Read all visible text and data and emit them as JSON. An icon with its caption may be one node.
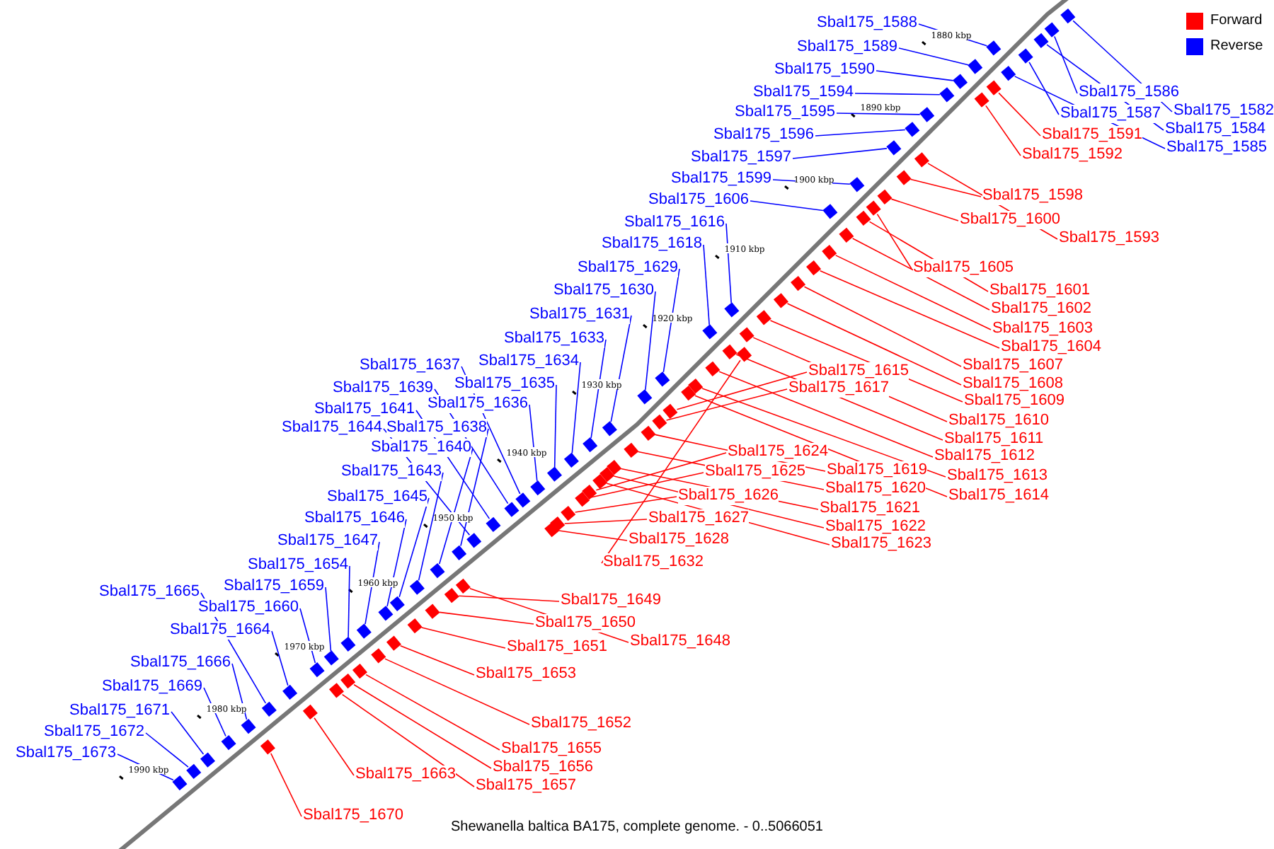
{
  "diagram": {
    "caption": "Shewanella baltica BA175, complete genome. - 0..5066051",
    "nodes": [
      {
        "text": [
          "Sbal175_1588"
        ]
      },
      {
        "text": [
          "Sbal175_1589"
        ]
      },
      {
        "text": [
          "Sbal175_1590"
        ]
      },
      {
        "text": [
          "Sbal175_1594"
        ]
      },
      {
        "text": [
          "Sbal175_1595"
        ]
      },
      {
        "text": [
          "Sbal175_1596"
        ]
      },
      {
        "text": [
          "Sbal175_1597"
        ]
      },
      {
        "text": [
          "Sbal175_1599"
        ]
      },
      {
        "text": [
          "Sbal175_1606"
        ]
      },
      {
        "text": [
          "Sbal175_1616"
        ]
      },
      {
        "text": [
          "Sbal175_1618"
        ]
      },
      {
        "text": [
          "Sbal175_1629"
        ]
      },
      {
        "text": [
          "Sbal175_1630"
        ]
      },
      {
        "text": [
          "Sbal175_1631"
        ]
      },
      {
        "text": [
          "Sbal175_1633"
        ]
      },
      {
        "text": [
          "Sbal175_1634"
        ]
      },
      {
        "text": [
          "Sbal175_1635"
        ]
      },
      {
        "text": [
          "Sbal175_1636"
        ]
      },
      {
        "text": [
          "Sbal175_1637"
        ]
      },
      {
        "text": [
          "Sbal175_1639"
        ]
      },
      {
        "text": [
          "Sbal175_1641"
        ]
      },
      {
        "text": [
          "Sbal175_1644"
        ]
      },
      {
        "text": [
          "Sbal175_1638"
        ]
      },
      {
        "text": [
          "Sbal175_1640"
        ]
      },
      {
        "text": [
          "Sbal175_1643"
        ]
      },
      {
        "text": [
          "Sbal175_1645"
        ]
      },
      {
        "text": [
          "Sbal175_1646"
        ]
      },
      {
        "text": [
          "Sbal175_1647"
        ]
      },
      {
        "text": [
          "Sbal175_1654"
        ]
      },
      {
        "text": [
          "Sbal175_1659"
        ]
      },
      {
        "text": [
          "Sbal175_1660"
        ]
      },
      {
        "text": [
          "Sbal175_1665"
        ]
      },
      {
        "text": [
          "Sbal175_1664"
        ]
      },
      {
        "text": [
          "Sbal175_1666"
        ]
      },
      {
        "text": [
          "Sbal175_1669"
        ]
      },
      {
        "text": [
          "Sbal175_1671"
        ]
      },
      {
        "text": [
          "Sbal175_1672"
        ]
      },
      {
        "text": [
          "Sbal175_1673"
        ]
      },
      {
        "text": [
          "Sbal175_1586"
        ]
      },
      {
        "text": [
          "Sbal175_1582"
        ]
      },
      {
        "text": [
          "Sbal175_1587"
        ]
      },
      {
        "text": [
          "Sbal175_1584"
        ]
      },
      {
        "text": [
          "Sbal175_1585"
        ]
      },
      {
        "text": [
          "Sbal175_1591"
        ]
      },
      {
        "text": [
          "Sbal175_1592"
        ]
      },
      {
        "text": [
          "Sbal175_1598"
        ]
      },
      {
        "text": [
          "Sbal175_1600"
        ]
      },
      {
        "text": [
          "Sbal175_1593"
        ]
      },
      {
        "text": [
          "Sbal175_1605"
        ]
      },
      {
        "text": [
          "Sbal175_1601"
        ]
      },
      {
        "text": [
          "Sbal175_1602"
        ]
      },
      {
        "text": [
          "Sbal175_1603"
        ]
      },
      {
        "text": [
          "Sbal175_1604"
        ]
      },
      {
        "text": [
          "Sbal175_1607"
        ]
      },
      {
        "text": [
          "Sbal175_1608"
        ]
      },
      {
        "text": [
          "Sbal175_1609"
        ]
      },
      {
        "text": [
          "Sbal175_1610"
        ]
      },
      {
        "text": [
          "Sbal175_1611"
        ]
      },
      {
        "text": [
          "Sbal175_1612"
        ]
      },
      {
        "text": [
          "Sbal175_1613"
        ]
      },
      {
        "text": [
          "Sbal175_1614"
        ]
      },
      {
        "text": [
          "Sbal175_1615"
        ]
      },
      {
        "text": [
          "Sbal175_1617"
        ]
      },
      {
        "text": [
          "Sbal175_1619"
        ]
      },
      {
        "text": [
          "Sbal175_1620"
        ]
      },
      {
        "text": [
          "Sbal175_1621"
        ]
      },
      {
        "text": [
          "Sbal175_1622"
        ]
      },
      {
        "text": [
          "Sbal175_1623"
        ]
      },
      {
        "text": [
          "Sbal175_1624"
        ]
      },
      {
        "text": [
          "Sbal175_1625"
        ]
      },
      {
        "text": [
          "Sbal175_1626"
        ]
      },
      {
        "text": [
          "Sbal175_1627"
        ]
      },
      {
        "text": [
          "Sbal175_1628"
        ]
      },
      {
        "text": [
          "Sbal175_1632"
        ]
      },
      {
        "text": [
          "Sbal175_1649"
        ]
      },
      {
        "text": [
          "Sbal175_1650"
        ]
      },
      {
        "text": [
          "Sbal175_1648"
        ]
      },
      {
        "text": [
          "Sbal175_1651"
        ]
      },
      {
        "text": [
          "Sbal175_1653"
        ]
      },
      {
        "text": [
          "Sbal175_1652"
        ]
      },
      {
        "text": [
          "Sbal175_1655"
        ]
      },
      {
        "text": [
          "Sbal175_1656"
        ]
      },
      {
        "text": [
          "Sbal175_1657"
        ]
      },
      {
        "text": [
          "Sbal175_1663"
        ]
      },
      {
        "text": [
          "Sbal175_1670"
        ]
      },
      {
        "text": [],
        "shape": "box"
      },
      {
        "text": [],
        "shape": "box"
      },
      {
        "text": [],
        "shape": "box"
      },
      {
        "text": [],
        "shape": "box"
      },
      {
        "text": [],
        "shape": "box"
      },
      {
        "text": [],
        "shape": "box"
      },
      {
        "text": [],
        "shape": "box"
      },
      {
        "text": [],
        "shape": "box"
      },
      {
        "text": [],
        "shape": "box"
      },
      {
        "text": [],
        "shape": "box"
      },
      {
        "text": [],
        "shape": "box"
      },
      {
        "text": [],
        "shape": "box"
      },
      {
        "text": [],
        "shape": "box"
      },
      {
        "text": [],
        "shape": "box"
      },
      {
        "text": [],
        "shape": "box"
      },
      {
        "text": [],
        "shape": "box"
      },
      {
        "text": [],
        "shape": "box"
      },
      {
        "text": [],
        "shape": "box"
      },
      {
        "text": [],
        "shape": "box"
      },
      {
        "text": [],
        "shape": "box"
      },
      {
        "text": [],
        "shape": "box"
      },
      {
        "text": [],
        "shape": "box"
      },
      {
        "text": [],
        "shape": "box"
      },
      {
        "text": [],
        "shape": "box"
      },
      {
        "text": [],
        "shape": "box"
      },
      {
        "text": [],
        "shape": "box"
      },
      {
        "text": [],
        "shape": "box"
      },
      {
        "text": [],
        "shape": "box"
      },
      {
        "text": [],
        "shape": "box"
      },
      {
        "text": [],
        "shape": "box"
      },
      {
        "text": [],
        "shape": "box"
      },
      {
        "text": [],
        "shape": "box"
      },
      {
        "text": [],
        "shape": "box"
      },
      {
        "text": [],
        "shape": "box"
      },
      {
        "text": [],
        "shape": "box"
      },
      {
        "text": [],
        "shape": "box"
      },
      {
        "text": [],
        "shape": "box"
      },
      {
        "text": [],
        "shape": "box"
      },
      {
        "text": [],
        "shape": "box"
      },
      {
        "text": [],
        "shape": "box"
      },
      {
        "text": [],
        "shape": "box"
      },
      {
        "text": [],
        "shape": "box"
      },
      {
        "text": [],
        "shape": "box"
      },
      {
        "text": [],
        "shape": "box"
      },
      {
        "text": [],
        "shape": "box"
      },
      {
        "text": [],
        "shape": "box"
      },
      {
        "text": [],
        "shape": "box"
      },
      {
        "text": [],
        "shape": "box"
      },
      {
        "text": [],
        "shape": "box"
      },
      {
        "text": [],
        "shape": "box"
      },
      {
        "text": [],
        "shape": "box"
      },
      {
        "text": [],
        "shape": "box"
      },
      {
        "text": [],
        "shape": "box"
      },
      {
        "text": [],
        "shape": "box"
      },
      {
        "text": [],
        "shape": "box"
      },
      {
        "text": [],
        "shape": "box"
      },
      {
        "text": [],
        "shape": "box"
      },
      {
        "text": [],
        "shape": "box"
      },
      {
        "text": [],
        "shape": "box"
      },
      {
        "text": [],
        "shape": "box"
      },
      {
        "text": [],
        "shape": "box"
      },
      {
        "text": [],
        "shape": "box"
      },
      {
        "text": [],
        "shape": "box"
      },
      {
        "text": [],
        "shape": "box"
      },
      {
        "text": [],
        "shape": "box"
      },
      {
        "text": [],
        "shape": "box"
      },
      {
        "text": [],
        "shape": "box"
      },
      {
        "text": [],
        "shape": "box"
      },
      {
        "text": [],
        "shape": "box"
      },
      {
        "text": [],
        "shape": "box"
      },
      {
        "text": [],
        "shape": "box"
      },
      {
        "text": [],
        "shape": "box"
      },
      {
        "text": [],
        "shape": "box"
      },
      {
        "text": [],
        "shape": "box"
      },
      {
        "text": [],
        "shape": "box"
      },
      {
        "text": [],
        "shape": "box"
      },
      {
        "text": [],
        "shape": "box"
      },
      {
        "text": [],
        "shape": "box"
      },
      {
        "text": [],
        "shape": "box"
      },
      {
        "text": [],
        "shape": "box"
      },
      {
        "text": [],
        "shape": "box"
      },
      {
        "text": [],
        "shape": "box"
      },
      {
        "text": [],
        "shape": "box"
      },
      {
        "text": [],
        "shape": "box"
      },
      {
        "text": [],
        "shape": "box"
      }
    ],
    "edges": [
      {
        "from": 0,
        "to": 85,
        "arrow": "none",
        "color": "#0000ff"
      },
      {
        "from": 1,
        "to": 86,
        "arrow": "none",
        "color": "#0000ff"
      },
      {
        "from": 2,
        "to": 87,
        "arrow": "none",
        "color": "#0000ff"
      },
      {
        "from": 3,
        "to": 88,
        "arrow": "none",
        "color": "#0000ff"
      },
      {
        "from": 4,
        "to": 89,
        "arrow": "none",
        "color": "#0000ff"
      },
      {
        "from": 5,
        "to": 90,
        "arrow": "none",
        "color": "#0000ff"
      },
      {
        "from": 6,
        "to": 91,
        "arrow": "none",
        "color": "#0000ff"
      },
      {
        "from": 7,
        "to": 92,
        "arrow": "none",
        "color": "#0000ff"
      },
      {
        "from": 8,
        "to": 93,
        "arrow": "none",
        "color": "#0000ff"
      },
      {
        "from": 9,
        "to": 94,
        "arrow": "none",
        "color": "#0000ff"
      },
      {
        "from": 10,
        "to": 95,
        "arrow": "none",
        "color": "#0000ff"
      },
      {
        "from": 11,
        "to": 96,
        "arrow": "none",
        "color": "#0000ff"
      },
      {
        "from": 12,
        "to": 97,
        "arrow": "none",
        "color": "#0000ff"
      },
      {
        "from": 13,
        "to": 98,
        "arrow": "none",
        "color": "#0000ff"
      },
      {
        "from": 14,
        "to": 99,
        "arrow": "none",
        "color": "#0000ff"
      },
      {
        "from": 15,
        "to": 100,
        "arrow": "none",
        "color": "#0000ff"
      },
      {
        "from": 16,
        "to": 101,
        "arrow": "none",
        "color": "#0000ff"
      },
      {
        "from": 17,
        "to": 102,
        "arrow": "none",
        "color": "#0000ff"
      },
      {
        "from": 18,
        "to": 103,
        "arrow": "none",
        "color": "#0000ff"
      },
      {
        "from": 19,
        "to": 104,
        "arrow": "none",
        "color": "#0000ff"
      },
      {
        "from": 20,
        "to": 105,
        "arrow": "none",
        "color": "#0000ff"
      },
      {
        "from": 21,
        "to": 106,
        "arrow": "none",
        "color": "#0000ff"
      },
      {
        "from": 22,
        "to": 107,
        "arrow": "none",
        "color": "#0000ff"
      },
      {
        "from": 23,
        "to": 108,
        "arrow": "none",
        "color": "#0000ff"
      },
      {
        "from": 24,
        "to": 109,
        "arrow": "none",
        "color": "#0000ff"
      },
      {
        "from": 25,
        "to": 110,
        "arrow": "none",
        "color": "#0000ff"
      },
      {
        "from": 26,
        "to": 111,
        "arrow": "none",
        "color": "#0000ff"
      },
      {
        "from": 27,
        "to": 112,
        "arrow": "none",
        "color": "#0000ff"
      },
      {
        "from": 28,
        "to": 113,
        "arrow": "none",
        "color": "#0000ff"
      },
      {
        "from": 29,
        "to": 114,
        "arrow": "none",
        "color": "#0000ff"
      },
      {
        "from": 30,
        "to": 115,
        "arrow": "none",
        "color": "#0000ff"
      },
      {
        "from": 31,
        "to": 116,
        "arrow": "none",
        "color": "#0000ff"
      },
      {
        "from": 32,
        "to": 117,
        "arrow": "none",
        "color": "#0000ff"
      },
      {
        "from": 33,
        "to": 118,
        "arrow": "none",
        "color": "#0000ff"
      },
      {
        "from": 34,
        "to": 119,
        "arrow": "none",
        "color": "#0000ff"
      },
      {
        "from": 35,
        "to": 120,
        "arrow": "none",
        "color": "#0000ff"
      },
      {
        "from": 36,
        "to": 121,
        "arrow": "none",
        "color": "#0000ff"
      },
      {
        "from": 37,
        "to": 122,
        "arrow": "none",
        "color": "#0000ff"
      },
      {
        "from": 38,
        "to": 123,
        "arrow": "none",
        "color": "#0000ff"
      },
      {
        "from": 39,
        "to": 124,
        "arrow": "none",
        "color": "#0000ff"
      },
      {
        "from": 40,
        "to": 125,
        "arrow": "none",
        "color": "#0000ff"
      },
      {
        "from": 41,
        "to": 126,
        "arrow": "none",
        "color": "#0000ff"
      },
      {
        "from": 42,
        "to": 127,
        "arrow": "none",
        "color": "#0000ff"
      },
      {
        "from": 43,
        "to": 128,
        "arrow": "none",
        "color": "#ff0000"
      },
      {
        "from": 44,
        "to": 129,
        "arrow": "none",
        "color": "#ff0000"
      },
      {
        "from": 45,
        "to": 130,
        "arrow": "none",
        "color": "#ff0000"
      },
      {
        "from": 46,
        "to": 131,
        "arrow": "none",
        "color": "#ff0000"
      },
      {
        "from": 47,
        "to": 132,
        "arrow": "none",
        "color": "#ff0000"
      },
      {
        "from": 48,
        "to": 133,
        "arrow": "none",
        "color": "#ff0000"
      },
      {
        "from": 49,
        "to": 134,
        "arrow": "none",
        "color": "#ff0000"
      },
      {
        "from": 50,
        "to": 135,
        "arrow": "none",
        "color": "#ff0000"
      },
      {
        "from": 51,
        "to": 136,
        "arrow": "none",
        "color": "#ff0000"
      },
      {
        "from": 52,
        "to": 137,
        "arrow": "none",
        "color": "#ff0000"
      },
      {
        "from": 53,
        "to": 138,
        "arrow": "none",
        "color": "#ff0000"
      },
      {
        "from": 54,
        "to": 139,
        "arrow": "none",
        "color": "#ff0000"
      },
      {
        "from": 55,
        "to": 140,
        "arrow": "none",
        "color": "#ff0000"
      },
      {
        "from": 56,
        "to": 141,
        "arrow": "none",
        "color": "#ff0000"
      },
      {
        "from": 57,
        "to": 142,
        "arrow": "none",
        "color": "#ff0000"
      },
      {
        "from": 58,
        "to": 143,
        "arrow": "none",
        "color": "#ff0000"
      },
      {
        "from": 59,
        "to": 144,
        "arrow": "none",
        "color": "#ff0000"
      },
      {
        "from": 60,
        "to": 145,
        "arrow": "none",
        "color": "#ff0000"
      },
      {
        "from": 61,
        "to": 146,
        "arrow": "none",
        "color": "#ff0000"
      },
      {
        "from": 62,
        "to": 147,
        "arrow": "none",
        "color": "#ff0000"
      },
      {
        "from": 63,
        "to": 148,
        "arrow": "none",
        "color": "#ff0000"
      },
      {
        "from": 64,
        "to": 149,
        "arrow": "none",
        "color": "#ff0000"
      },
      {
        "from": 65,
        "to": 150,
        "arrow": "none",
        "color": "#ff0000"
      },
      {
        "from": 66,
        "to": 151,
        "arrow": "none",
        "color": "#ff0000"
      },
      {
        "from": 67,
        "to": 152,
        "arrow": "none",
        "color": "#ff0000"
      },
      {
        "from": 68,
        "to": 153,
        "arrow": "none",
        "color": "#ff0000"
      },
      {
        "from": 69,
        "to": 154,
        "arrow": "none",
        "color": "#ff0000"
      },
      {
        "from": 70,
        "to": 155,
        "arrow": "none",
        "color": "#ff0000"
      },
      {
        "from": 71,
        "to": 156,
        "arrow": "none",
        "color": "#ff0000"
      },
      {
        "from": 72,
        "to": 157,
        "arrow": "none",
        "color": "#ff0000"
      },
      {
        "from": 73,
        "to": 158,
        "arrow": "none",
        "color": "#ff0000"
      },
      {
        "from": 74,
        "to": 159,
        "arrow": "none",
        "color": "#ff0000"
      },
      {
        "from": 75,
        "to": 160,
        "arrow": "none",
        "color": "#ff0000"
      },
      {
        "from": 76,
        "to": 161,
        "arrow": "none",
        "color": "#ff0000"
      },
      {
        "from": 77,
        "to": 162,
        "arrow": "none",
        "color": "#ff0000"
      },
      {
        "from": 78,
        "to": 163,
        "arrow": "none",
        "color": "#ff0000"
      },
      {
        "from": 79,
        "to": 164,
        "arrow": "none",
        "color": "#ff0000"
      },
      {
        "from": 80,
        "to": 165,
        "arrow": "none",
        "color": "#ff0000"
      },
      {
        "from": 81,
        "to": 166,
        "arrow": "none",
        "color": "#ff0000"
      },
      {
        "from": 82,
        "to": 167,
        "arrow": "none",
        "color": "#ff0000"
      },
      {
        "from": 83,
        "to": 168,
        "arrow": "none",
        "color": "#ff0000"
      },
      {
        "from": 84,
        "to": 169,
        "arrow": "none",
        "color": "#ff0000"
      }
    ],
    "labels": [
      "1880 kbp",
      "1890 kbp",
      "1900 kbp",
      "1910 kbp",
      "1920 kbp",
      "1930 kbp",
      "1940 kbp",
      "1950 kbp",
      "1960 kbp",
      "1970 kbp",
      "1980 kbp",
      "1990 kbp"
    ],
    "legend": [
      {
        "text": "Forward",
        "color": "#ff0000"
      },
      {
        "text": "Reverse",
        "color": "#0000ff"
      }
    ]
  }
}
